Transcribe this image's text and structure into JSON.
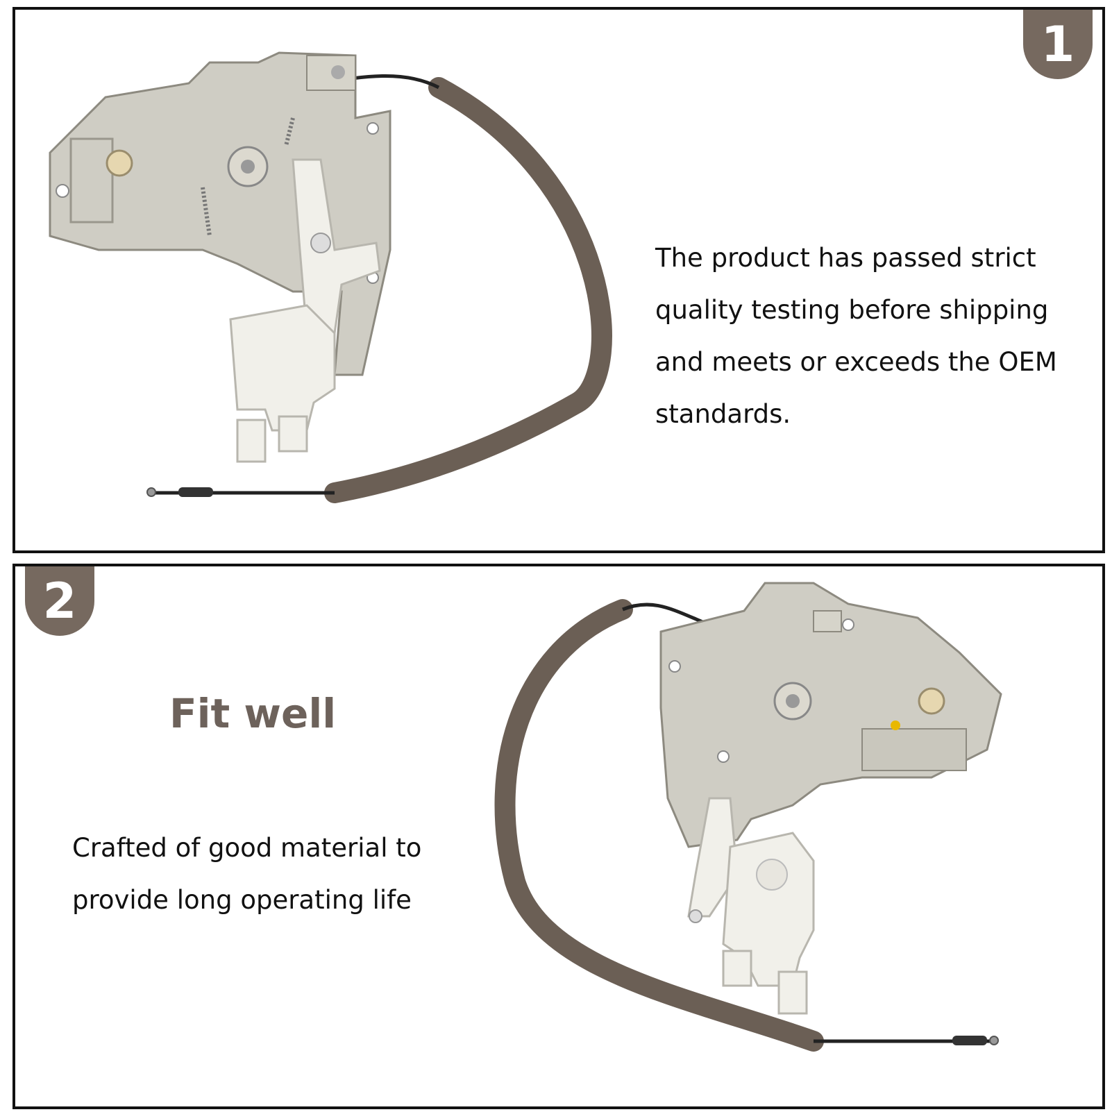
{
  "panels": [
    {
      "badge": "1",
      "description": "The product has passed strict quality testing before shipping and meets or exceeds the OEM standards."
    },
    {
      "badge": "2",
      "title": "Fit well",
      "description": "Crafted of good material to provide long operating life"
    }
  ],
  "colors": {
    "badge": "#76695f",
    "title": "#6d625b",
    "foam": "#6b5f55",
    "metal": "#cfcdc4",
    "plastic": "#f1f0ea",
    "border": "#111111"
  }
}
